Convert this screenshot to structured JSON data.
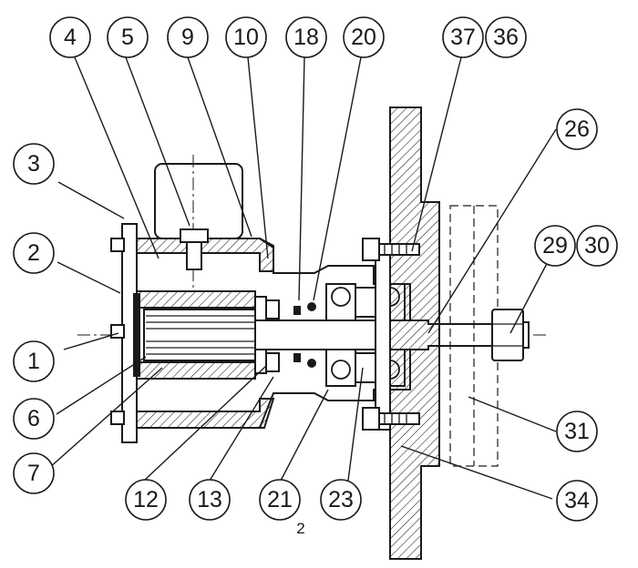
{
  "callouts": [
    {
      "id": "1",
      "label": "1"
    },
    {
      "id": "2",
      "label": "2"
    },
    {
      "id": "3",
      "label": "3"
    },
    {
      "id": "4",
      "label": "4"
    },
    {
      "id": "5",
      "label": "5"
    },
    {
      "id": "6",
      "label": "6"
    },
    {
      "id": "7",
      "label": "7"
    },
    {
      "id": "9",
      "label": "9"
    },
    {
      "id": "10",
      "label": "10"
    },
    {
      "id": "12",
      "label": "12"
    },
    {
      "id": "13",
      "label": "13"
    },
    {
      "id": "18",
      "label": "18"
    },
    {
      "id": "20",
      "label": "20"
    },
    {
      "id": "21",
      "label": "21"
    },
    {
      "id": "23",
      "label": "23"
    },
    {
      "id": "26",
      "label": "26"
    },
    {
      "id": "29",
      "label": "29"
    },
    {
      "id": "30",
      "label": "30"
    },
    {
      "id": "31",
      "label": "31"
    },
    {
      "id": "34",
      "label": "34"
    },
    {
      "id": "36",
      "label": "36"
    },
    {
      "id": "37",
      "label": "37"
    }
  ],
  "footnote": "2"
}
